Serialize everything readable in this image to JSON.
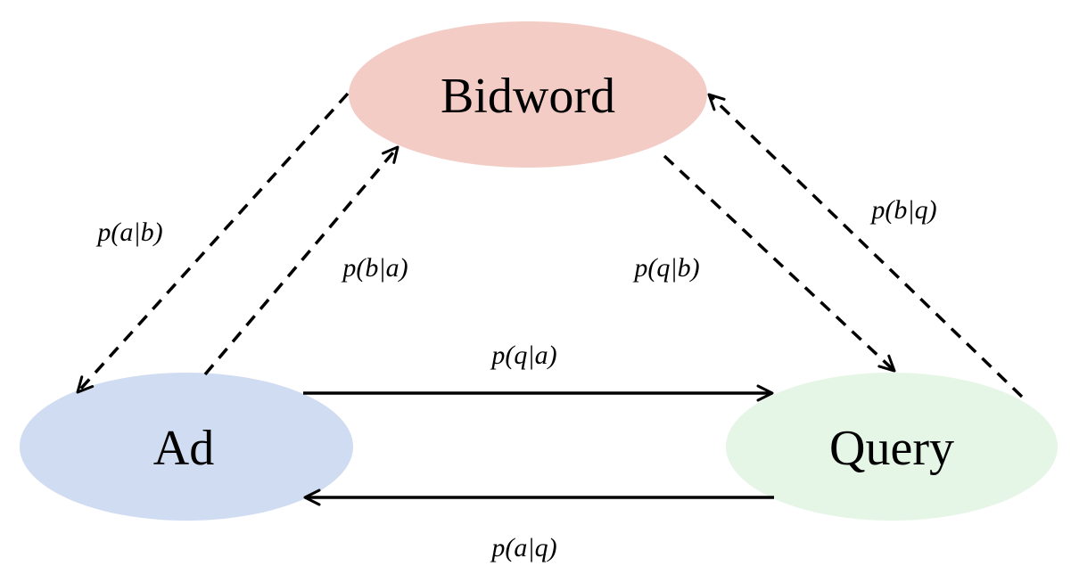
{
  "nodes": {
    "bidword": {
      "label": "Bidword",
      "color": "#f2ccc5"
    },
    "ad": {
      "label": "Ad",
      "color": "#cfdcf1"
    },
    "query": {
      "label": "Query",
      "color": "#e5f5e6"
    }
  },
  "edges": {
    "a_given_b": {
      "label": "p(a|b)",
      "style": "dashed"
    },
    "b_given_a": {
      "label": "p(b|a)",
      "style": "dashed"
    },
    "q_given_b": {
      "label": "p(q|b)",
      "style": "dashed"
    },
    "b_given_q": {
      "label": "p(b|q)",
      "style": "dashed"
    },
    "q_given_a": {
      "label": "p(q|a)",
      "style": "solid"
    },
    "a_given_q": {
      "label": "p(a|q)",
      "style": "solid"
    }
  }
}
